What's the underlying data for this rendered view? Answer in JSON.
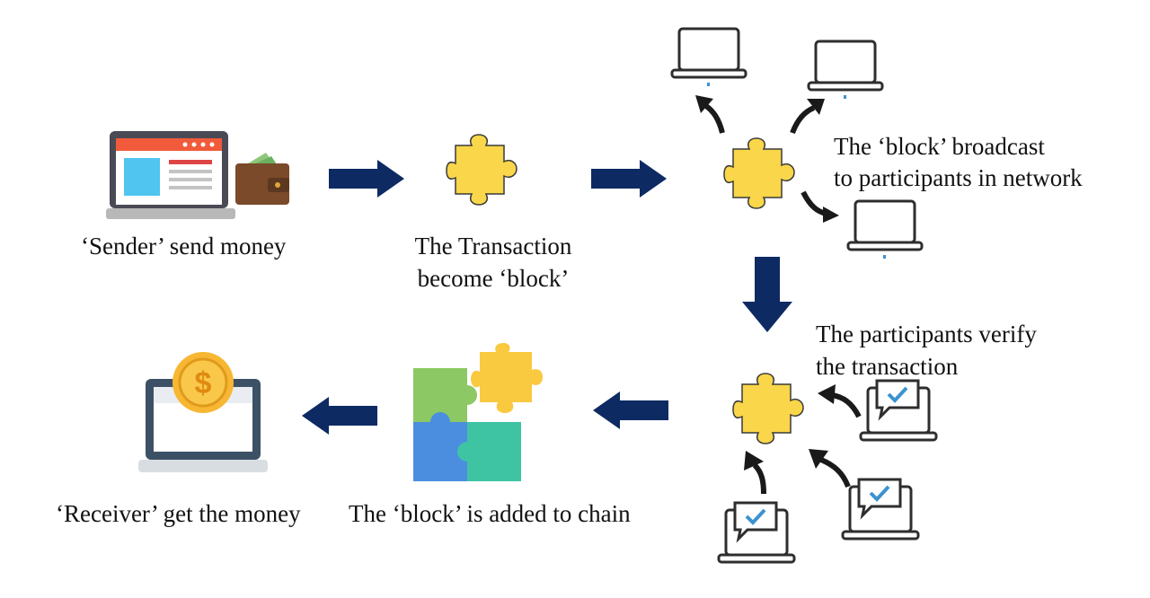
{
  "diagram": {
    "steps": [
      {
        "id": "sender",
        "label": "‘Sender’ send money"
      },
      {
        "id": "transaction",
        "label_line1": "The Transaction",
        "label_line2": "become ‘block’"
      },
      {
        "id": "broadcast",
        "label_line1": "The ‘block’ broadcast",
        "label_line2": "to participants in network"
      },
      {
        "id": "verify",
        "label_line1": "The participants verify",
        "label_line2": "the transaction"
      },
      {
        "id": "chain",
        "label": "The ‘block’ is added to chain"
      },
      {
        "id": "receiver",
        "label": "‘Receiver’ get the money"
      }
    ],
    "coin_symbol": "$",
    "colors": {
      "arrow": "#0e2a63",
      "puzzle": "#f9d64a",
      "laptop_outline": "#2e2e2e",
      "check": "#3b93d0"
    }
  }
}
